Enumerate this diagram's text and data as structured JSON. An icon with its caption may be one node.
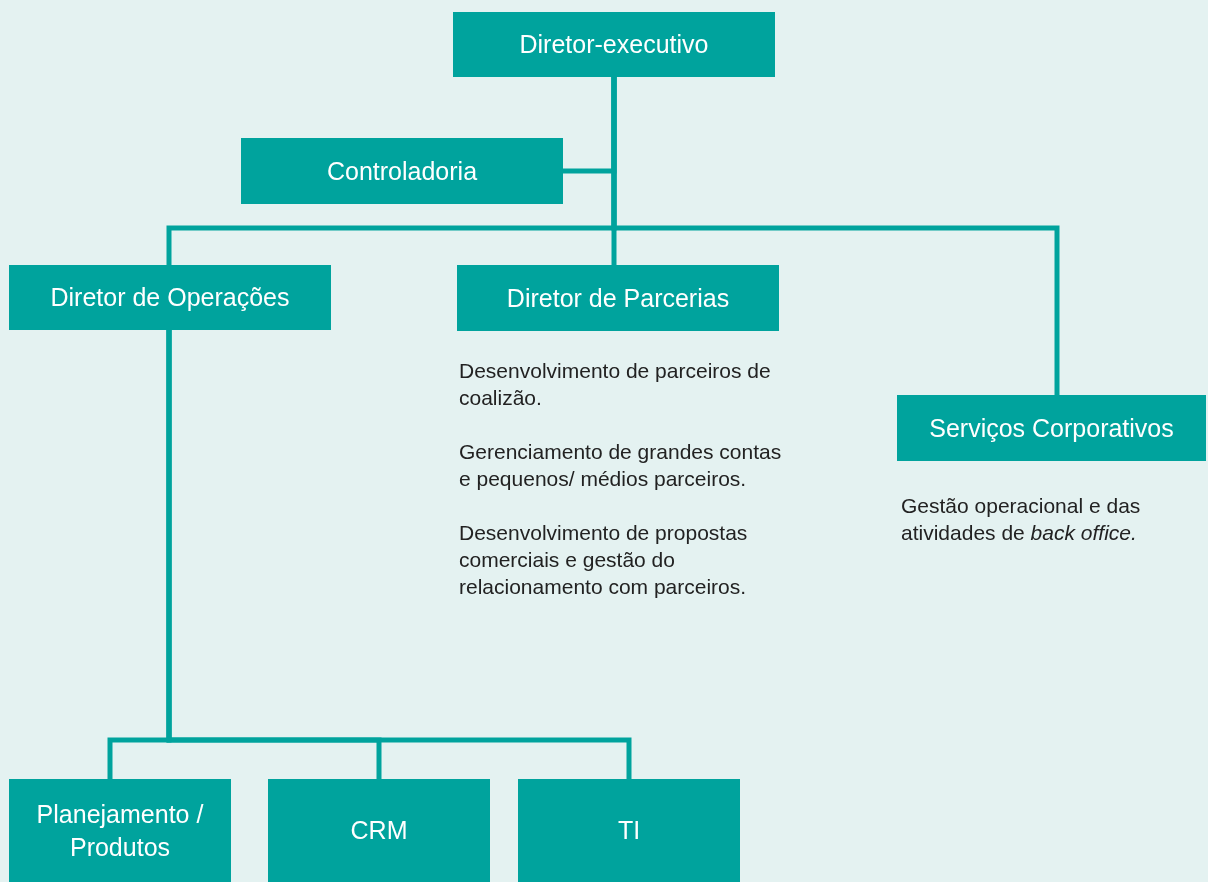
{
  "diagram": {
    "nodes": [
      {
        "text": [
          "Diretor-executivo"
        ]
      },
      {
        "text": [
          "Controladoria"
        ]
      },
      {
        "text": [
          "Diretor de Operações"
        ]
      },
      {
        "text": [
          "Diretor de Parcerias"
        ],
        "beside": [
          "Desenvolvimento de parceiros de coalizão.",
          "Gerenciamento de grandes contas e pequenos/ médios parceiros.",
          "Desenvolvimento de propostas comerciais e gestão do relacionamento com parceiros."
        ]
      },
      {
        "text": [
          "Serviços Corporativos"
        ],
        "beside": [
          "Gestão operacional e das atividades de *back office.*"
        ]
      },
      {
        "text": [
          "Planejamento / Produtos"
        ]
      },
      {
        "text": [
          "CRM"
        ]
      },
      {
        "text": [
          "TI"
        ]
      }
    ],
    "edges": [
      {
        "from": 0,
        "to": 1,
        "arrow": "none"
      },
      {
        "from": 0,
        "to": 2,
        "arrow": "none"
      },
      {
        "from": 0,
        "to": 3,
        "arrow": "none"
      },
      {
        "from": 0,
        "to": 4,
        "arrow": "none"
      },
      {
        "from": 2,
        "to": 5,
        "arrow": "none"
      },
      {
        "from": 2,
        "to": 6,
        "arrow": "none"
      },
      {
        "from": 2,
        "to": 7,
        "arrow": "none"
      }
    ]
  }
}
